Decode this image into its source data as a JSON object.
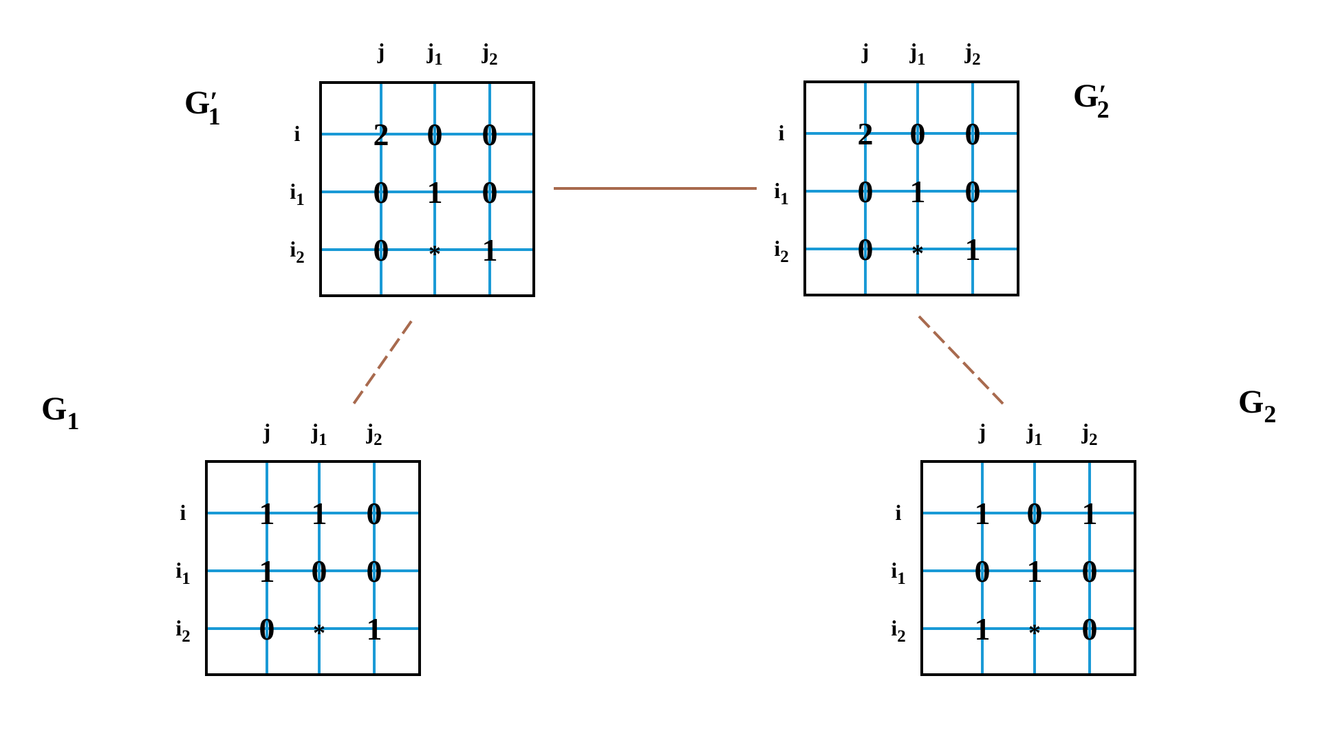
{
  "colors": {
    "grid_line": "#1a9ad6",
    "frame": "#000000",
    "connector": "#a86a4e",
    "text": "#000000"
  },
  "matrices": [
    {
      "id": "g1p",
      "name": "G",
      "sub": "1",
      "prime": "′",
      "cols": [
        {
          "b": "j",
          "s": ""
        },
        {
          "b": "j",
          "s": "1"
        },
        {
          "b": "j",
          "s": "2"
        }
      ],
      "rows": [
        {
          "b": "i",
          "s": ""
        },
        {
          "b": "i",
          "s": "1"
        },
        {
          "b": "i",
          "s": "2"
        }
      ],
      "cells": [
        [
          "2",
          "0",
          "0"
        ],
        [
          "0",
          "1",
          "0"
        ],
        [
          "0",
          "*",
          "1"
        ]
      ]
    },
    {
      "id": "g2p",
      "name": "G",
      "sub": "2",
      "prime": "′",
      "cols": [
        {
          "b": "j",
          "s": ""
        },
        {
          "b": "j",
          "s": "1"
        },
        {
          "b": "j",
          "s": "2"
        }
      ],
      "rows": [
        {
          "b": "i",
          "s": ""
        },
        {
          "b": "i",
          "s": "1"
        },
        {
          "b": "i",
          "s": "2"
        }
      ],
      "cells": [
        [
          "2",
          "0",
          "0"
        ],
        [
          "0",
          "1",
          "0"
        ],
        [
          "0",
          "*",
          "1"
        ]
      ]
    },
    {
      "id": "g1",
      "name": "G",
      "sub": "1",
      "prime": "",
      "cols": [
        {
          "b": "j",
          "s": ""
        },
        {
          "b": "j",
          "s": "1"
        },
        {
          "b": "j",
          "s": "2"
        }
      ],
      "rows": [
        {
          "b": "i",
          "s": ""
        },
        {
          "b": "i",
          "s": "1"
        },
        {
          "b": "i",
          "s": "2"
        }
      ],
      "cells": [
        [
          "1",
          "1",
          "0"
        ],
        [
          "1",
          "0",
          "0"
        ],
        [
          "0",
          "*",
          "1"
        ]
      ]
    },
    {
      "id": "g2",
      "name": "G",
      "sub": "2",
      "prime": "",
      "cols": [
        {
          "b": "j",
          "s": ""
        },
        {
          "b": "j",
          "s": "1"
        },
        {
          "b": "j",
          "s": "2"
        }
      ],
      "rows": [
        {
          "b": "i",
          "s": ""
        },
        {
          "b": "i",
          "s": "1"
        },
        {
          "b": "i",
          "s": "2"
        }
      ],
      "cells": [
        [
          "1",
          "0",
          "1"
        ],
        [
          "0",
          "1",
          "0"
        ],
        [
          "1",
          "*",
          "0"
        ]
      ]
    }
  ],
  "connectors": [
    {
      "from": "g1p",
      "to": "g2p",
      "style": "solid"
    },
    {
      "from": "g1p",
      "to": "g1",
      "style": "dashed"
    },
    {
      "from": "g2p",
      "to": "g2",
      "style": "dashed"
    }
  ]
}
